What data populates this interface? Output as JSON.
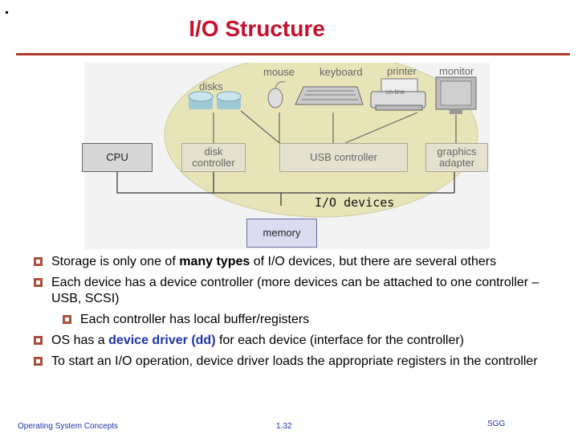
{
  "slide": {
    "title": "I/O Structure"
  },
  "diagram": {
    "devices": {
      "disks": "disks",
      "mouse": "mouse",
      "keyboard": "keyboard",
      "printer": "printer",
      "monitor": "monitor",
      "printer_display": "on-line"
    },
    "boxes": {
      "cpu": "CPU",
      "disk_controller": "disk controller",
      "usb_controller": "USB controller",
      "graphics_adapter": "graphics adapter",
      "memory": "memory"
    },
    "io_label": "I/O devices"
  },
  "bullets": {
    "b1_pre": "Storage is only one of ",
    "b1_bold": "many types",
    "b1_post": " of I/O devices, but there are several others",
    "b2": "Each device has a device controller (more devices can be attached to one controller – USB, SCSI)",
    "b2_sub": "Each controller has local buffer/registers",
    "b3_pre": "OS has a ",
    "b3_highlight": "device driver (dd)",
    "b3_post": " for each device (interface for the controller)",
    "b4": "To start an I/O operation, device driver loads the appropriate registers in the controller"
  },
  "footer": {
    "left": "Operating System Concepts",
    "center": "1.32",
    "right": "SGG"
  },
  "colors": {
    "title": "#c8102e",
    "rule": "#b23a2a",
    "bullet": "#a8503a",
    "highlight": "#1c33a8",
    "ellipse": "#e7e4b8"
  }
}
